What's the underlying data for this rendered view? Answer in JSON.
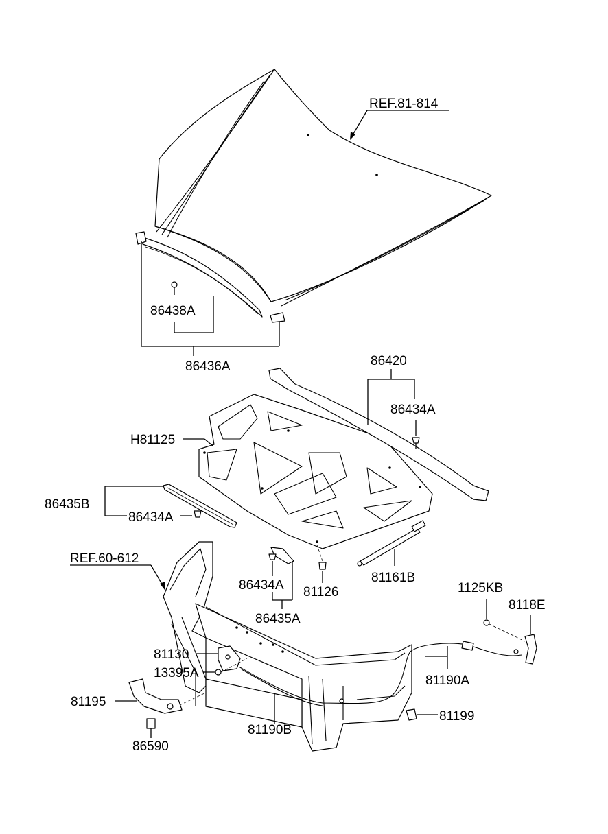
{
  "labels": {
    "ref_81_814": "REF.81-814",
    "p86438A": "86438A",
    "p86436A": "86436A",
    "p86420": "86420",
    "p86434A_top": "86434A",
    "pH81125": "H81125",
    "p86435B": "86435B",
    "p86434A_left": "86434A",
    "ref_60_612": "REF.60-612",
    "p86434A_mid": "86434A",
    "p81126": "81126",
    "p81161B": "81161B",
    "p86435A": "86435A",
    "p1125KB": "1125KB",
    "p8118E": "8118E",
    "p81130": "81130",
    "p13395A": "13395A",
    "p81190A": "81190A",
    "p81195": "81195",
    "p81199": "81199",
    "p81190B": "81190B",
    "p86590": "86590"
  }
}
